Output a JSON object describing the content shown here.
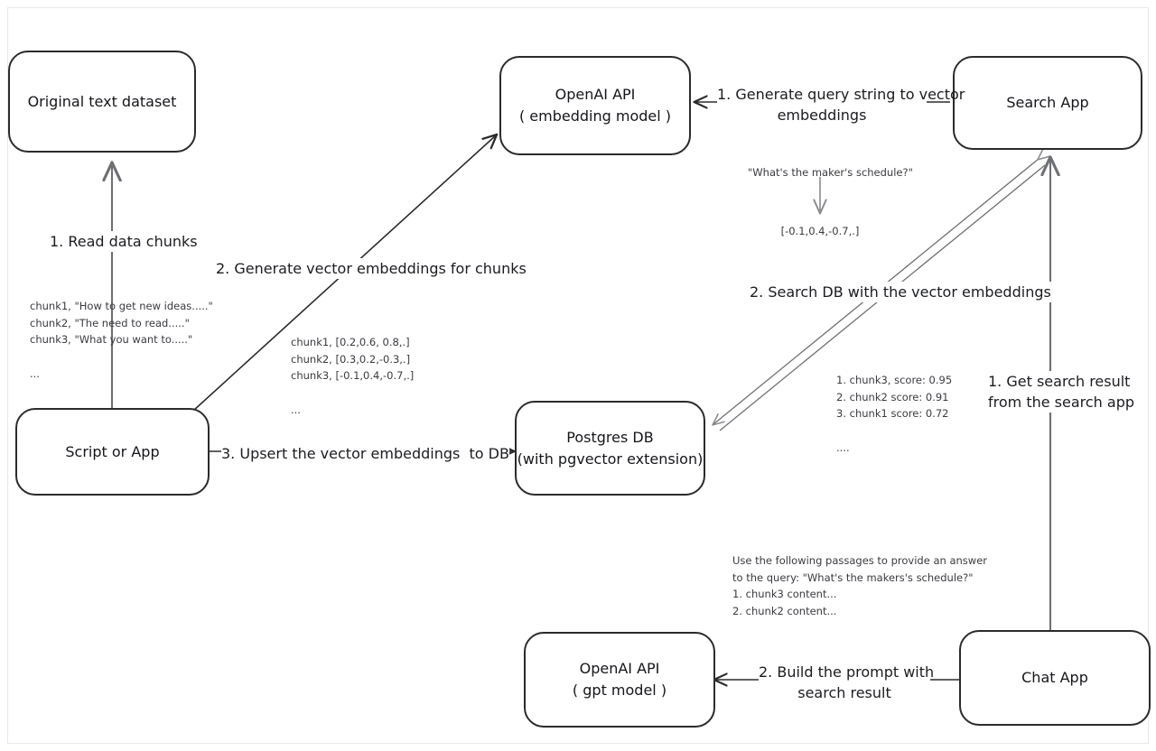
{
  "diagram": {
    "title": "RAG pipeline with pgvector",
    "colors": {
      "stroke": "#2b2b2b",
      "thin_stroke": "#6f7074",
      "text": "#15161a",
      "note": "#3a3b40",
      "bg": "#ffffff"
    },
    "nodes": [
      {
        "id": "original-text-dataset",
        "line1": "Original text dataset",
        "line2": ""
      },
      {
        "id": "openai-embedding",
        "line1": "OpenAI API",
        "line2": "( embedding model )"
      },
      {
        "id": "search-app",
        "line1": "Search App",
        "line2": ""
      },
      {
        "id": "script-or-app",
        "line1": "Script or App",
        "line2": ""
      },
      {
        "id": "postgres-db",
        "line1": "Postgres DB",
        "line2": "(with pgvector extension)"
      },
      {
        "id": "openai-gpt",
        "line1": "OpenAI API",
        "line2": "( gpt model )"
      },
      {
        "id": "chat-app",
        "line1": "Chat App",
        "line2": ""
      }
    ],
    "edge_labels": {
      "read_data_chunks": "1. Read data chunks",
      "generate_vector_embeddings": "2. Generate vector embeddings for chunks",
      "upsert_to_db": "3. Upsert the vector embeddings  to DB",
      "generate_query_string": "1. Generate query string to vector\nembeddings",
      "search_db": "2. Search DB with the vector embeddings",
      "get_search_result": "1. Get search result\nfrom the search app",
      "build_prompt": "2. Build the prompt with\nsearch result"
    },
    "notes": {
      "chunks_sample": "chunk1, \"How to get new ideas.....\"\nchunk2, \"The need to read.....\"\nchunk3, \"What you want to.....\"\n\n...",
      "embeddings_sample": "chunk1, [0.2,0.6, 0.8,.]\nchunk2, [0.3,0.2,-0.3,.]\nchunk3, [-0.1,0.4,-0.7,.]\n\n...",
      "query_string": "\"What's the maker's schedule?\"",
      "query_vector": "[-0.1,0.4,-0.7,.]",
      "search_scores": "1. chunk3, score: 0.95\n2. chunk2 score: 0.91\n3. chunk1 score: 0.72\n\n....",
      "prompt_sample": "Use the following passages to provide an answer\nto the query: \"What's the makers's schedule?\"\n1. chunk3 content...\n2. chunk2 content..."
    }
  }
}
